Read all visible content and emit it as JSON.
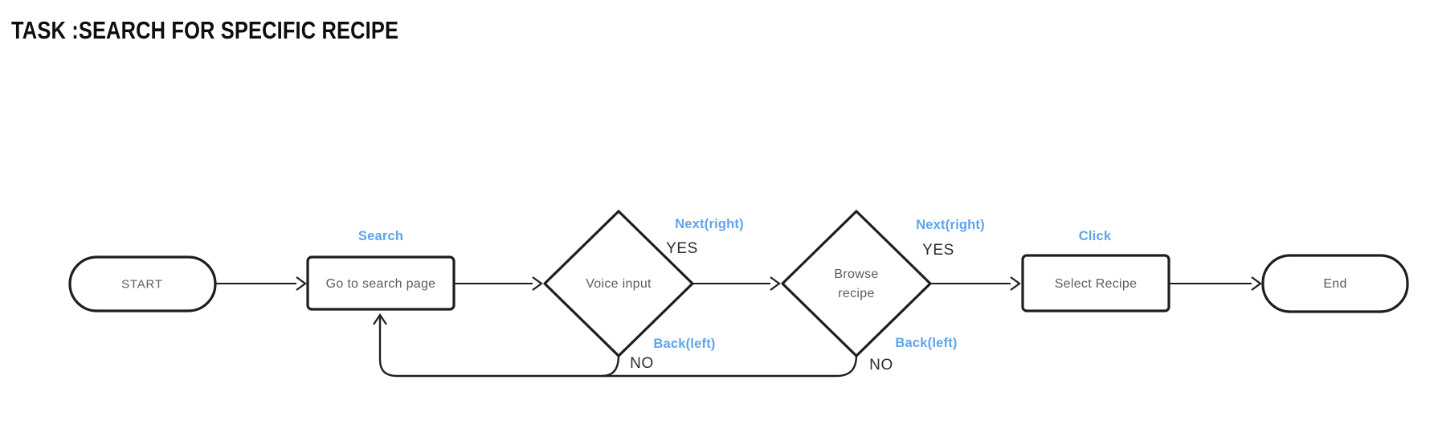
{
  "title": "TASK :SEARCH FOR SPECIFIC RECIPE",
  "colors": {
    "background": "#ffffff",
    "shape_stroke": "#1e1e1e",
    "node_text": "#5c5c5c",
    "yes_no_text": "#2d2d2d",
    "action_label_blue": "#5ea4ec",
    "title_text": "#0e0e0e"
  },
  "flowchart": {
    "nodes": {
      "start": {
        "label": "START"
      },
      "go_to_search": {
        "label": "Go to search page",
        "action_label": "Search"
      },
      "voice_input": {
        "label": "Voice input"
      },
      "browse_recipe": {
        "label_line1": "Browse",
        "label_line2": "recipe"
      },
      "select_recipe": {
        "label": "Select Recipe",
        "action_label": "Click"
      },
      "end": {
        "label": "End"
      }
    },
    "edge_labels": {
      "next_right_1": "Next(right)",
      "yes_1": "YES",
      "back_left_1": "Back(left)",
      "no_1": "NO",
      "next_right_2": "Next(right)",
      "yes_2": "YES",
      "back_left_2": "Back(left)",
      "no_2": "NO"
    }
  }
}
